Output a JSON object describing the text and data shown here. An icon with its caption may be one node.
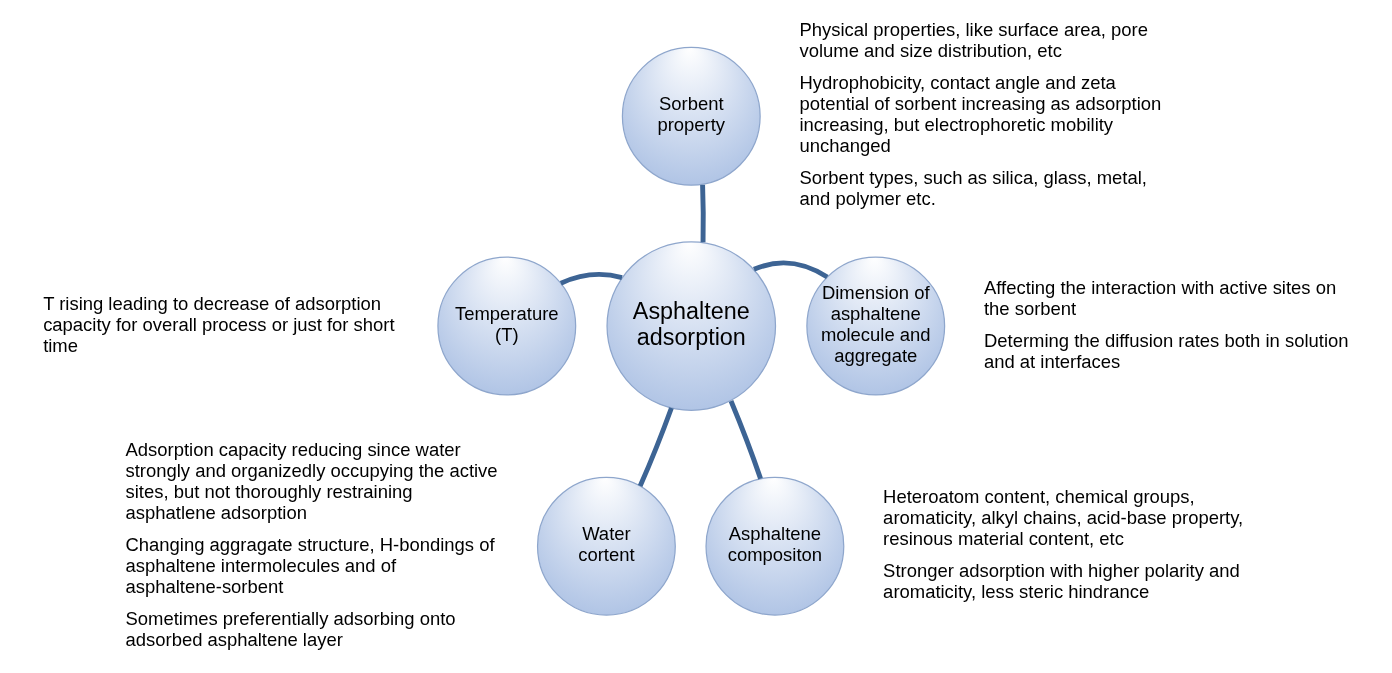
{
  "diagram": {
    "nodes": [
      {
        "text": [
          "Sorbent property"
        ],
        "beside": [
          "Physical properties, like surface area, pore volume and size distribution, etc",
          "Hydrophobicity, contact angle and zeta potential of sorbent increasing as adsorption increasing, but electrophoretic mobility unchanged",
          "Sorbent types, such as silica, glass, metal, and polymer etc."
        ]
      },
      {
        "text": [
          "Temperature (T)"
        ],
        "beside": [
          "T rising leading to decrease of adsorption capacity for overall process or just for short time"
        ]
      },
      {
        "text": [
          "Dimension of asphaltene molecule and aggregate"
        ],
        "beside": [
          "Affecting the interaction with active sites on the sorbent",
          "Determing the diffusion rates both in solution and at interfaces"
        ]
      },
      {
        "text": [
          "Asphaltene adsorption"
        ]
      },
      {
        "text": [
          "Water cortent"
        ],
        "beside": [
          "Adsorption capacity reducing since water strongly and organizedly occupying the active sites, but not thoroughly restraining asphatlene adsorption",
          "Changing aggragate structure, H-bondings of asphaltene intermolecules and of asphaltene-sorbent",
          "Sometimes preferentially adsorbing onto adsorbed asphaltene layer"
        ]
      },
      {
        "text": [
          "Asphaltene compositon"
        ],
        "beside": [
          "Heteroatom content, chemical groups, aromaticity, alkyl chains, acid-base property, resinous material content, etc",
          "Stronger adsorption with higher polarity and aromaticity, less steric hindrance"
        ]
      }
    ],
    "edges": [
      {
        "from": 3,
        "to": 0,
        "arrow": "none"
      },
      {
        "from": 3,
        "to": 2,
        "arrow": "none"
      },
      {
        "from": 3,
        "to": 5,
        "arrow": "none"
      },
      {
        "from": 3,
        "to": 4,
        "arrow": "none"
      },
      {
        "from": 3,
        "to": 1,
        "arrow": "none"
      }
    ]
  }
}
